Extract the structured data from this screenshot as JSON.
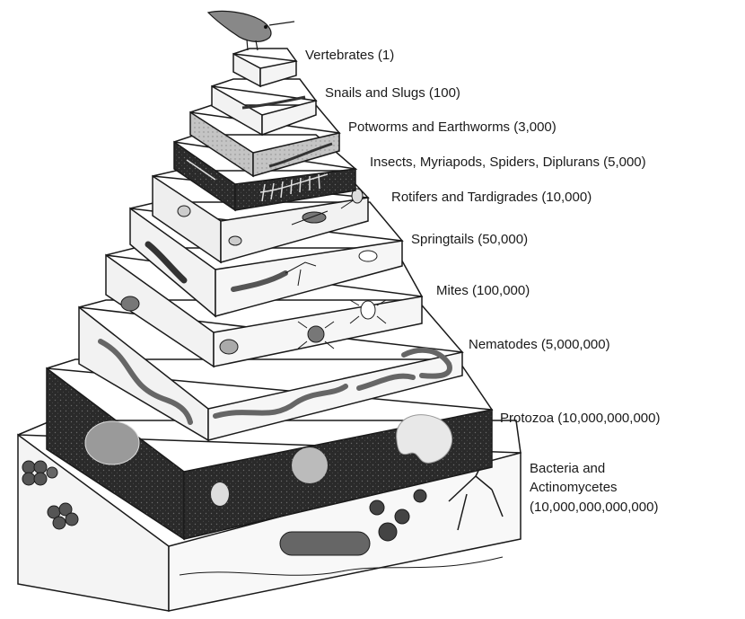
{
  "levels": [
    {
      "label": "Vertebrates (1)"
    },
    {
      "label": "Snails and Slugs (100)"
    },
    {
      "label": "Potworms and Earthworms (3,000)"
    },
    {
      "label": "Insects, Myriapods, Spiders, Diplurans (5,000)"
    },
    {
      "label": "Rotifers and Tardigrades (10,000)"
    },
    {
      "label": "Springtails (50,000)"
    },
    {
      "label": "Mites (100,000)"
    },
    {
      "label": "Nematodes (5,000,000)"
    },
    {
      "label": "Protozoa (10,000,000,000)"
    },
    {
      "label_lines": [
        "Bacteria and",
        "Actinomycetes",
        "(10,000,000,000,000)"
      ]
    }
  ],
  "colors": {
    "ink": "#1a1a1a",
    "light_face": "#f2f2f2",
    "mid_face": "#bdbdbd",
    "dark_face": "#262626",
    "top_face": "#ffffff"
  },
  "icons": [
    "bird-icon",
    "slug-icon",
    "earthworm-icon",
    "centipede-icon",
    "rotifer-icon",
    "springtail-icon",
    "mite-icon",
    "nematode-icon",
    "protozoa-icon",
    "bacteria-icon"
  ]
}
